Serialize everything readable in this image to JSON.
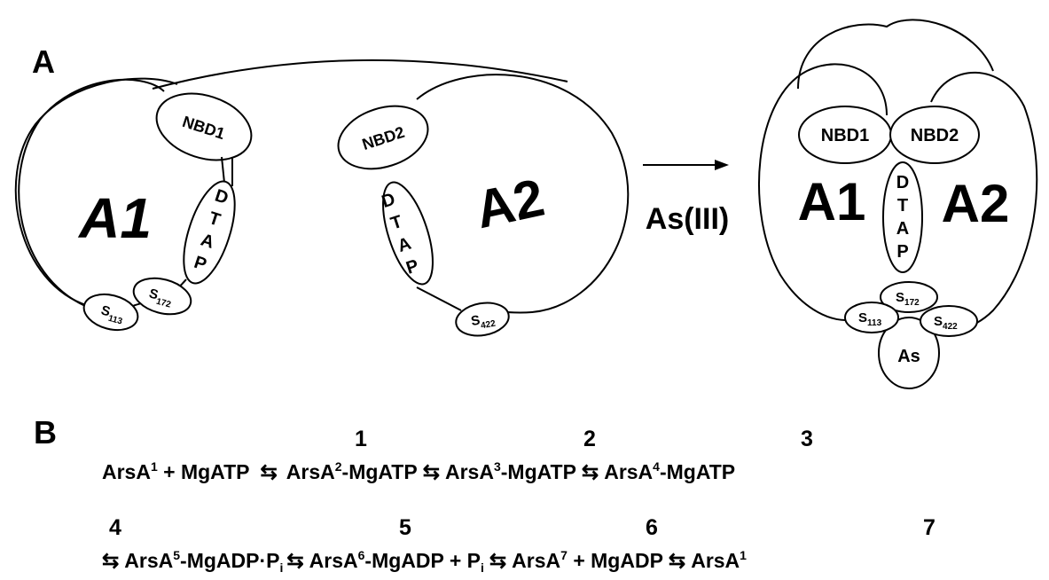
{
  "panel_a": {
    "label": "A",
    "left_complex": {
      "domain_a1": "A1",
      "domain_a2": "A2",
      "nbd1": "NBD1",
      "nbd2": "NBD2",
      "dtap_letters_a1": [
        "D",
        "T",
        "A",
        "P"
      ],
      "dtap_letters_a2": [
        "D",
        "T",
        "A",
        "P"
      ],
      "s113": {
        "base": "S",
        "sub": "113"
      },
      "s172": {
        "base": "S",
        "sub": "172"
      },
      "s422": {
        "base": "S",
        "sub": "422"
      }
    },
    "arrow_label": "As(III)",
    "right_complex": {
      "domain_a1": "A1",
      "domain_a2": "A2",
      "nbd1": "NBD1",
      "nbd2": "NBD2",
      "dtap_letters": [
        "D",
        "T",
        "A",
        "P"
      ],
      "s113": {
        "base": "S",
        "sub": "113"
      },
      "s172": {
        "base": "S",
        "sub": "172"
      },
      "s422": {
        "base": "S",
        "sub": "422"
      },
      "as": "As"
    }
  },
  "panel_b": {
    "label": "B",
    "row1": {
      "steps": [
        "1",
        "2",
        "3"
      ],
      "t1": "ArsA",
      "s1": "1",
      "t1b": " + MgATP",
      "t2": "ArsA",
      "s2": "2",
      "t2b": "-MgATP",
      "t3": "ArsA",
      "s3": "3",
      "t3b": "-MgATP",
      "t4": "ArsA",
      "s4": "4",
      "t4b": "-MgATP"
    },
    "row2": {
      "steps": [
        "4",
        "5",
        "6",
        "7"
      ],
      "t5": "ArsA",
      "s5": "5",
      "t5b": "-MgADP·P",
      "t5sub": "i",
      "t6": "ArsA",
      "s6": "6",
      "t6b": "-MgADP + P",
      "t6sub": "i",
      "t7": "ArsA",
      "s7": "7",
      "t7b": " + MgADP",
      "t8": "ArsA",
      "s8": "1"
    },
    "equilibrium_symbol": "⇆"
  }
}
